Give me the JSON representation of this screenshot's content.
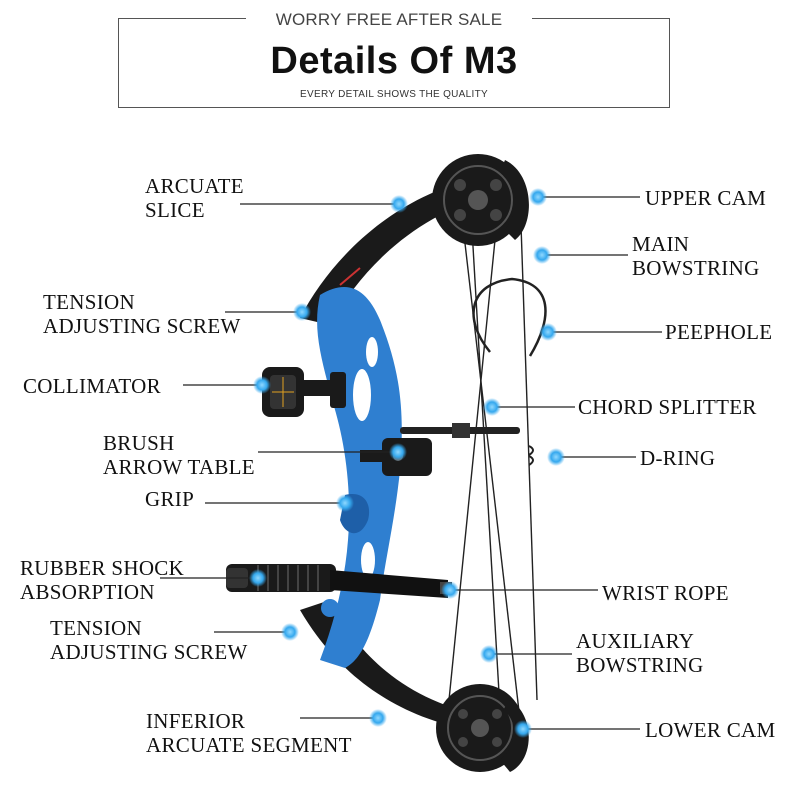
{
  "header": {
    "top_line": "WORRY FREE AFTER SALE",
    "title": "Details Of M3",
    "subtitle": "EVERY DETAIL SHOWS THE QUALITY"
  },
  "labels": {
    "arcuate_slice": [
      "ARCUATE",
      "SLICE"
    ],
    "tension_upper": [
      "TENSION",
      "ADJUSTING SCREW"
    ],
    "collimator": "COLLIMATOR",
    "brush_arrow_table": [
      "BRUSH",
      "ARROW TABLE"
    ],
    "grip": "GRIP",
    "rubber_shock": [
      "RUBBER SHOCK",
      "ABSORPTION"
    ],
    "tension_lower": [
      "TENSION",
      "ADJUSTING SCREW"
    ],
    "inferior_arcuate": [
      "INFERIOR",
      "ARCUATE SEGMENT"
    ],
    "upper_cam": "UPPER CAM",
    "main_bowstring": [
      "MAIN",
      "BOWSTRING"
    ],
    "peephole": "PEEPHOLE",
    "chord_splitter": "CHORD SPLITTER",
    "d_ring": "D-RING",
    "wrist_rope": "WRIST ROPE",
    "auxiliary_bowstring": [
      "AUXILIARY",
      "BOWSTRING"
    ],
    "lower_cam": "LOWER CAM"
  },
  "colors": {
    "riser_blue": "#2f7fd0",
    "limb_black": "#1a1a1a",
    "marker_blue": "#35a8ee"
  }
}
